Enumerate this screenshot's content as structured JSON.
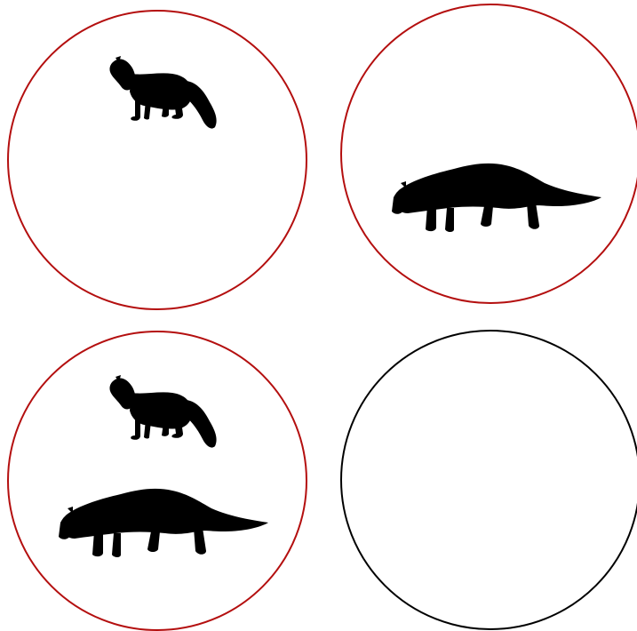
{
  "figure": {
    "panels": [
      {
        "position": "top-left",
        "border_color": "#b40f0f",
        "contents": [
          "small-mustelid-silhouette"
        ]
      },
      {
        "position": "top-right",
        "border_color": "#b40f0f",
        "contents": [
          "large-mustelid-silhouette"
        ]
      },
      {
        "position": "bottom-left",
        "border_color": "#b40f0f",
        "contents": [
          "small-mustelid-silhouette",
          "large-mustelid-silhouette"
        ]
      },
      {
        "position": "bottom-right",
        "border_color": "#000000",
        "contents": []
      }
    ],
    "silhouette_color": "#000000",
    "background_color": "#ffffff"
  }
}
